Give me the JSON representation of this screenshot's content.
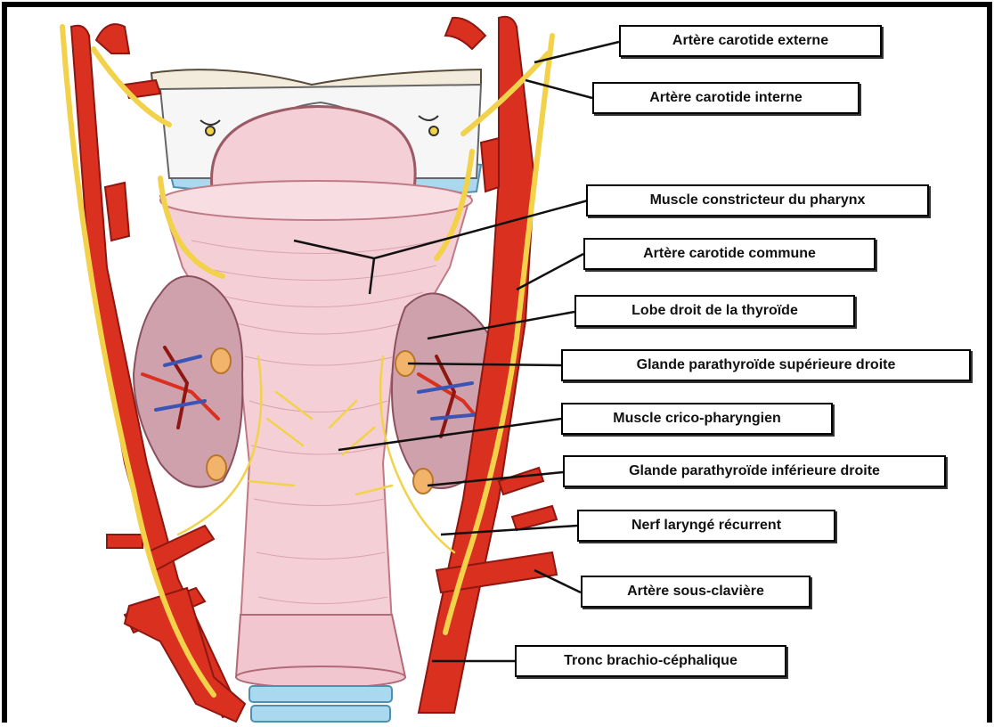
{
  "colors": {
    "artery": "#d9301f",
    "artery_dark": "#8e1712",
    "nerve": "#f2d24b",
    "nerve_edge": "#b8962a",
    "pharynx": "#f5cfd6",
    "pharynx_edge": "#c07a86",
    "thyroid": "#cfa1ad",
    "thyroid_edge": "#8a5060",
    "parathyroid": "#f2b46a",
    "cartilage_blue": "#a9d8ef",
    "vein": "#3a55b5",
    "frame": "#000000"
  },
  "labels": {
    "carotide_externe": "Artère carotide externe",
    "carotide_interne": "Artère carotide interne",
    "constricteur": "Muscle constricteur du pharynx",
    "carotide_commune": "Artère carotide commune",
    "lobe_thyroide": "Lobe droit de la thyroïde",
    "parathyroide_sup": "Glande parathyroïde supérieure droite",
    "crico_pharyngien": "Muscle crico-pharyngien",
    "parathyroide_inf": "Glande parathyroïde inférieure droite",
    "nerf_laryngé": "Nerf laryngé récurrent",
    "sous_claviere": "Artère sous-clavière",
    "tronc_brachio": "Tronc brachio-céphalique"
  },
  "icons": [
    "anatomy-illustration"
  ]
}
